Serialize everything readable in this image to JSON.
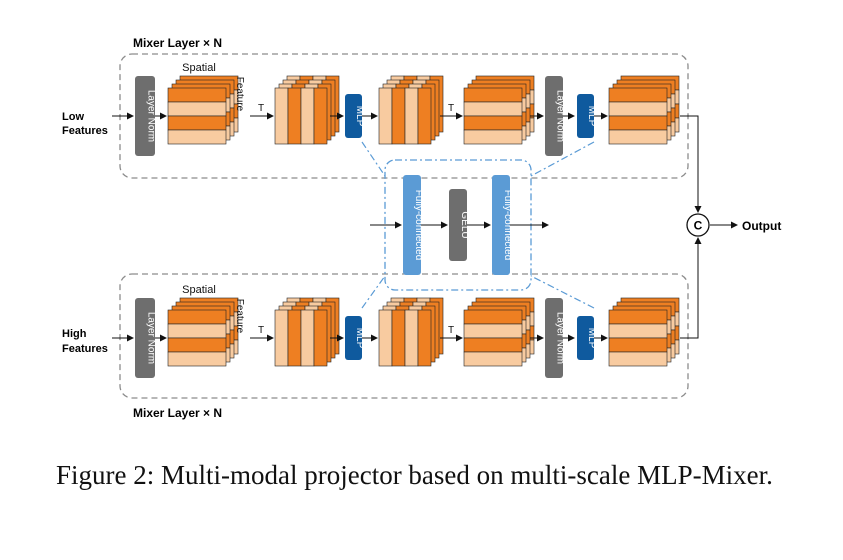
{
  "mixer_top_title": "Mixer Layer × N",
  "mixer_bottom_title": "Mixer Layer × N",
  "low_features": [
    "Low",
    "Features"
  ],
  "high_features": [
    "High",
    "Features"
  ],
  "layer_norm": "Layer Norm",
  "spatial": "Spatial",
  "feature": "Feature",
  "transpose": "T",
  "mlp": "MLP",
  "fully_connected": "Fully-connected",
  "gelu": "GELU",
  "concat": "C",
  "output": "Output",
  "caption": "Figure 2: Multi-modal projector based on multi-scale MLP-Mixer.",
  "colors": {
    "orange": "#EE7F22",
    "light_orange": "#F8CBA0",
    "dark_blue": "#0F5A9E",
    "light_blue": "#5B9BD5",
    "gray": "#6E6E6E",
    "dashed": "#8C8C8C"
  }
}
